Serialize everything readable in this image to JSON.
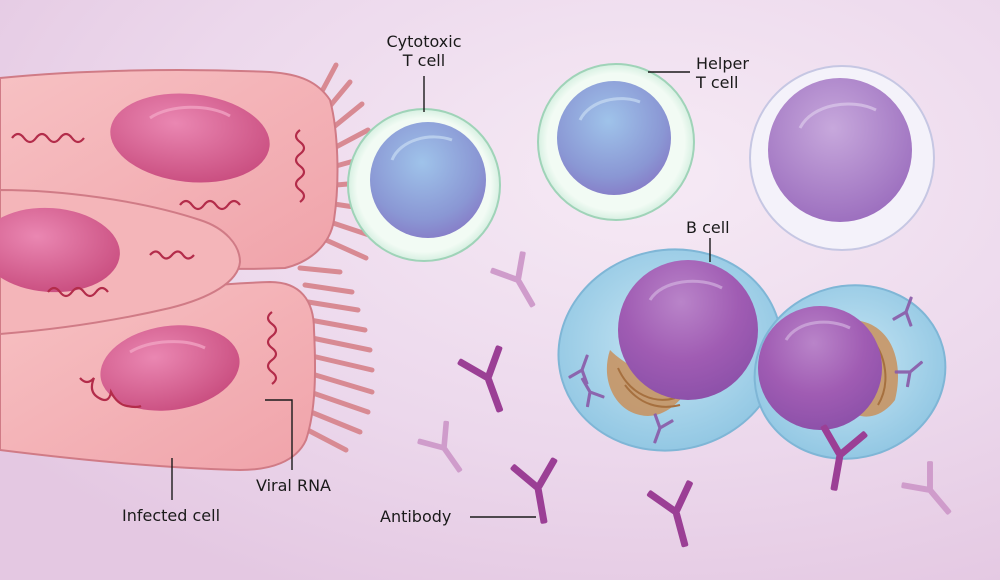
{
  "labels": {
    "cytotoxic_t_cell": [
      "Cytotoxic",
      "T cell"
    ],
    "helper_t_cell": [
      "Helper",
      "T cell"
    ],
    "b_cell": "B cell",
    "viral_rna": "Viral RNA",
    "infected_cell": "Infected cell",
    "antibody": "Antibody"
  },
  "colors": {
    "background": "#efe0ef",
    "infected_cell_body": "#f3aeb2",
    "infected_cell_outline": "#d07b86",
    "nucleus": "#d9628f",
    "viral_rna": "#b32c4a",
    "t_cell_ring": "#e6f6ec",
    "t_cell_core": "#8aa6d8",
    "plain_lymphocyte_core": "#a77cc6",
    "b_cell_body": "#a9d3ea",
    "b_cell_nucleus": "#a15db0",
    "golgi": "#c9905c",
    "antibody_dark": "#9b3f95",
    "antibody_light": "#cf9ccb"
  },
  "icons": [
    "antibody-icon",
    "viral-rna-icon",
    "leader-line"
  ]
}
